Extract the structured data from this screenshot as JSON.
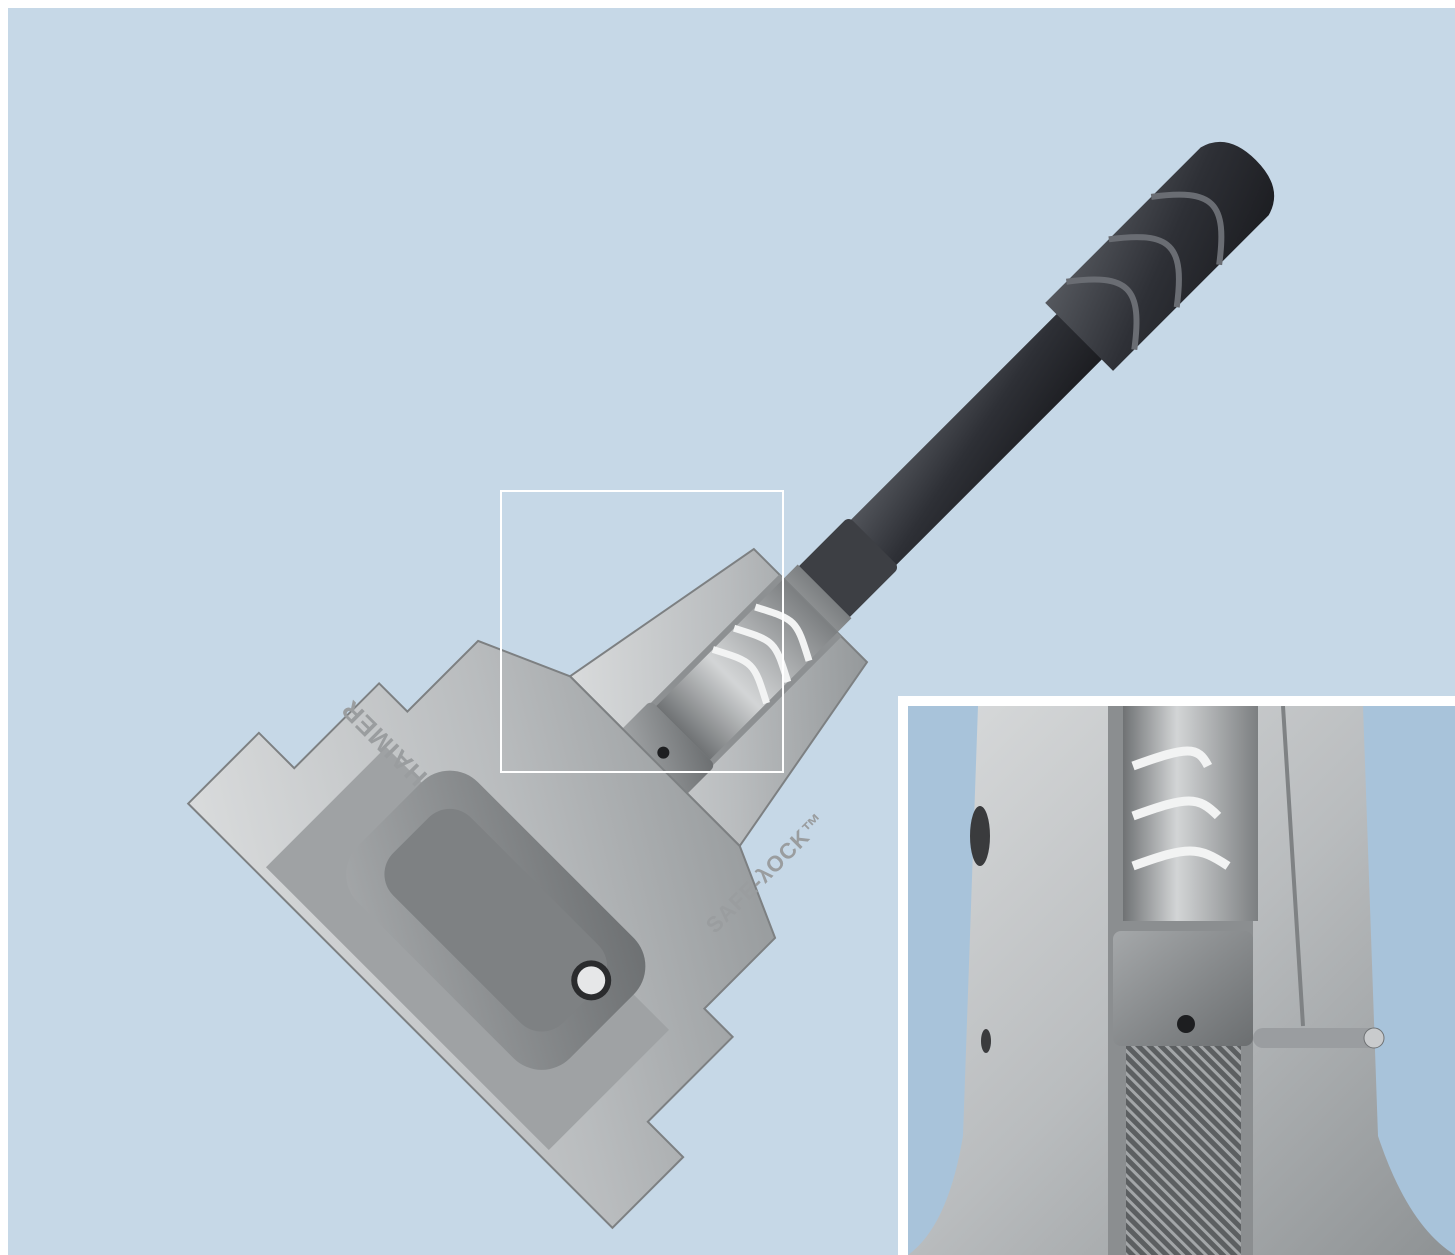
{
  "scene": {
    "subject": "shrink-fit tool holder cutaway with end mill",
    "background_color": "#c6d8e7",
    "inset_background_color": "#a8c3da",
    "frame_color": "#ffffff"
  },
  "engravings": {
    "brand": "HAIMER",
    "system": "SAFE-λOCK™"
  }
}
